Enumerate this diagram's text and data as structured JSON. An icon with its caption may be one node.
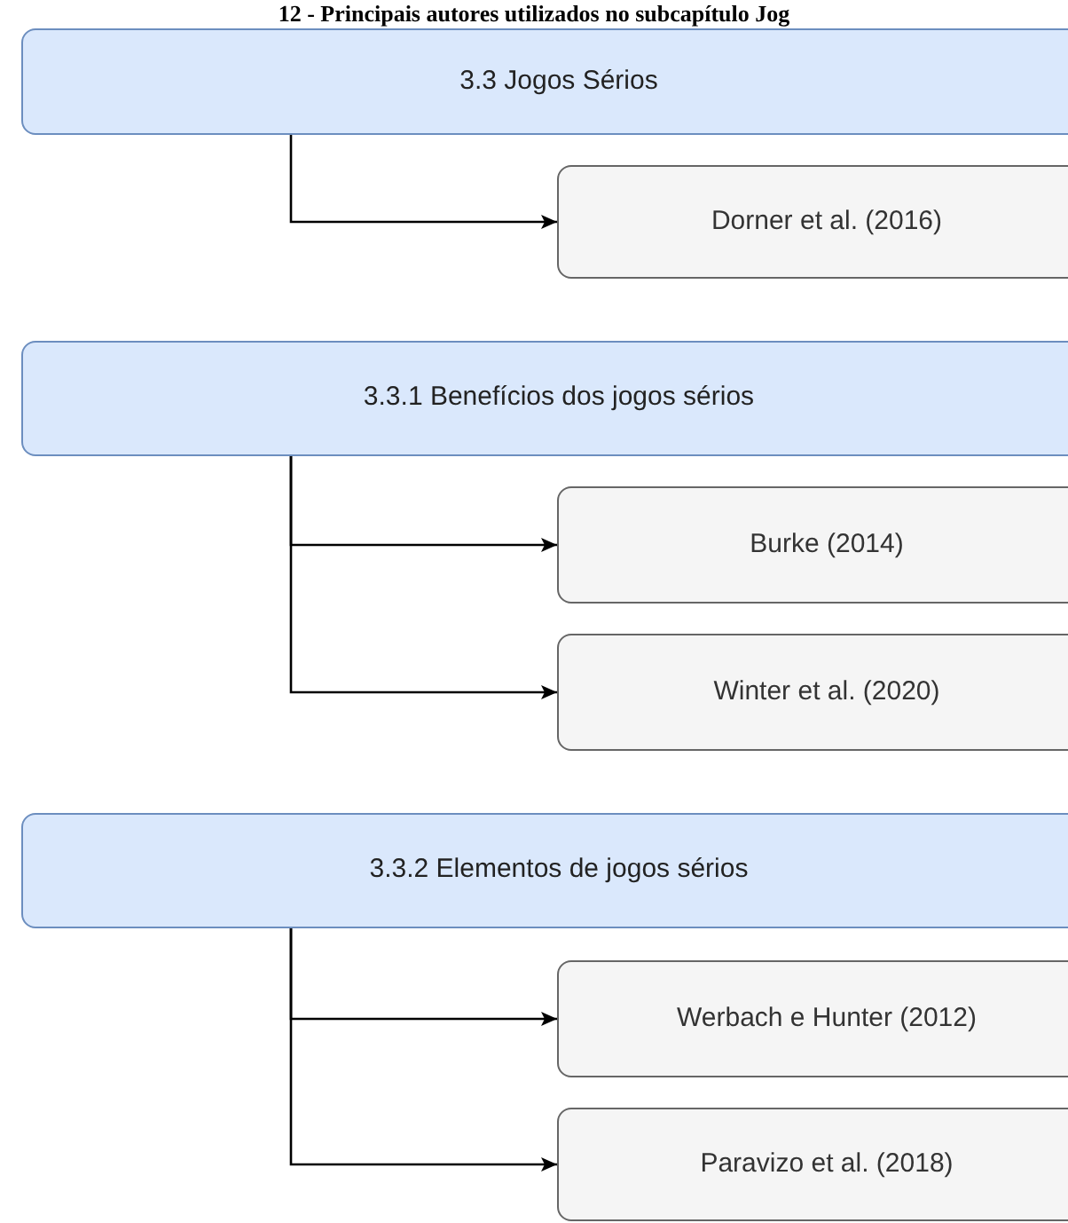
{
  "diagram": {
    "title": "12 - Principais autores utilizados no subcapítulo Jog",
    "nodes": [
      {
        "text": [
          "3.3 Jogos Sérios"
        ]
      },
      {
        "text": [
          "Dorner et al. (2016)"
        ]
      },
      {
        "text": [
          "3.3.1 Benefícios dos jogos sérios"
        ]
      },
      {
        "text": [
          "Burke (2014)"
        ]
      },
      {
        "text": [
          "Winter et al. (2020)"
        ]
      },
      {
        "text": [
          "3.3.2 Elementos de jogos sérios"
        ]
      },
      {
        "text": [
          "Werbach e Hunter (2012)"
        ]
      },
      {
        "text": [
          "Paravizo et al. (2018)"
        ]
      }
    ],
    "edges": [
      {
        "from": 0,
        "to": 1,
        "arrow": "to"
      },
      {
        "from": 2,
        "to": 3,
        "arrow": "to"
      },
      {
        "from": 2,
        "to": 4,
        "arrow": "to"
      },
      {
        "from": 5,
        "to": 6,
        "arrow": "to"
      },
      {
        "from": 5,
        "to": 7,
        "arrow": "to"
      }
    ]
  }
}
